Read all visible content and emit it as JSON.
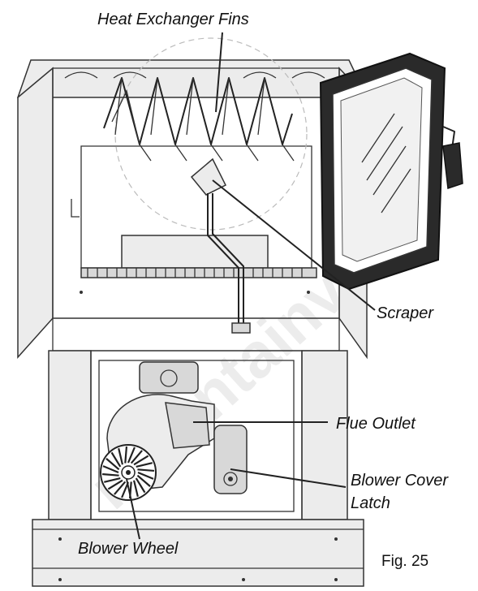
{
  "labels": {
    "heat_exchanger_fins": "Heat Exchanger Fins",
    "scraper": "Scraper",
    "flue_outlet": "Flue Outlet",
    "blower_cover_latch_line1": "Blower Cover",
    "blower_cover_latch_line2": "Latch",
    "blower_wheel": "Blower Wheel"
  },
  "figure_caption": "Fig. 25",
  "watermark": "manualsmountainview manuals.store"
}
